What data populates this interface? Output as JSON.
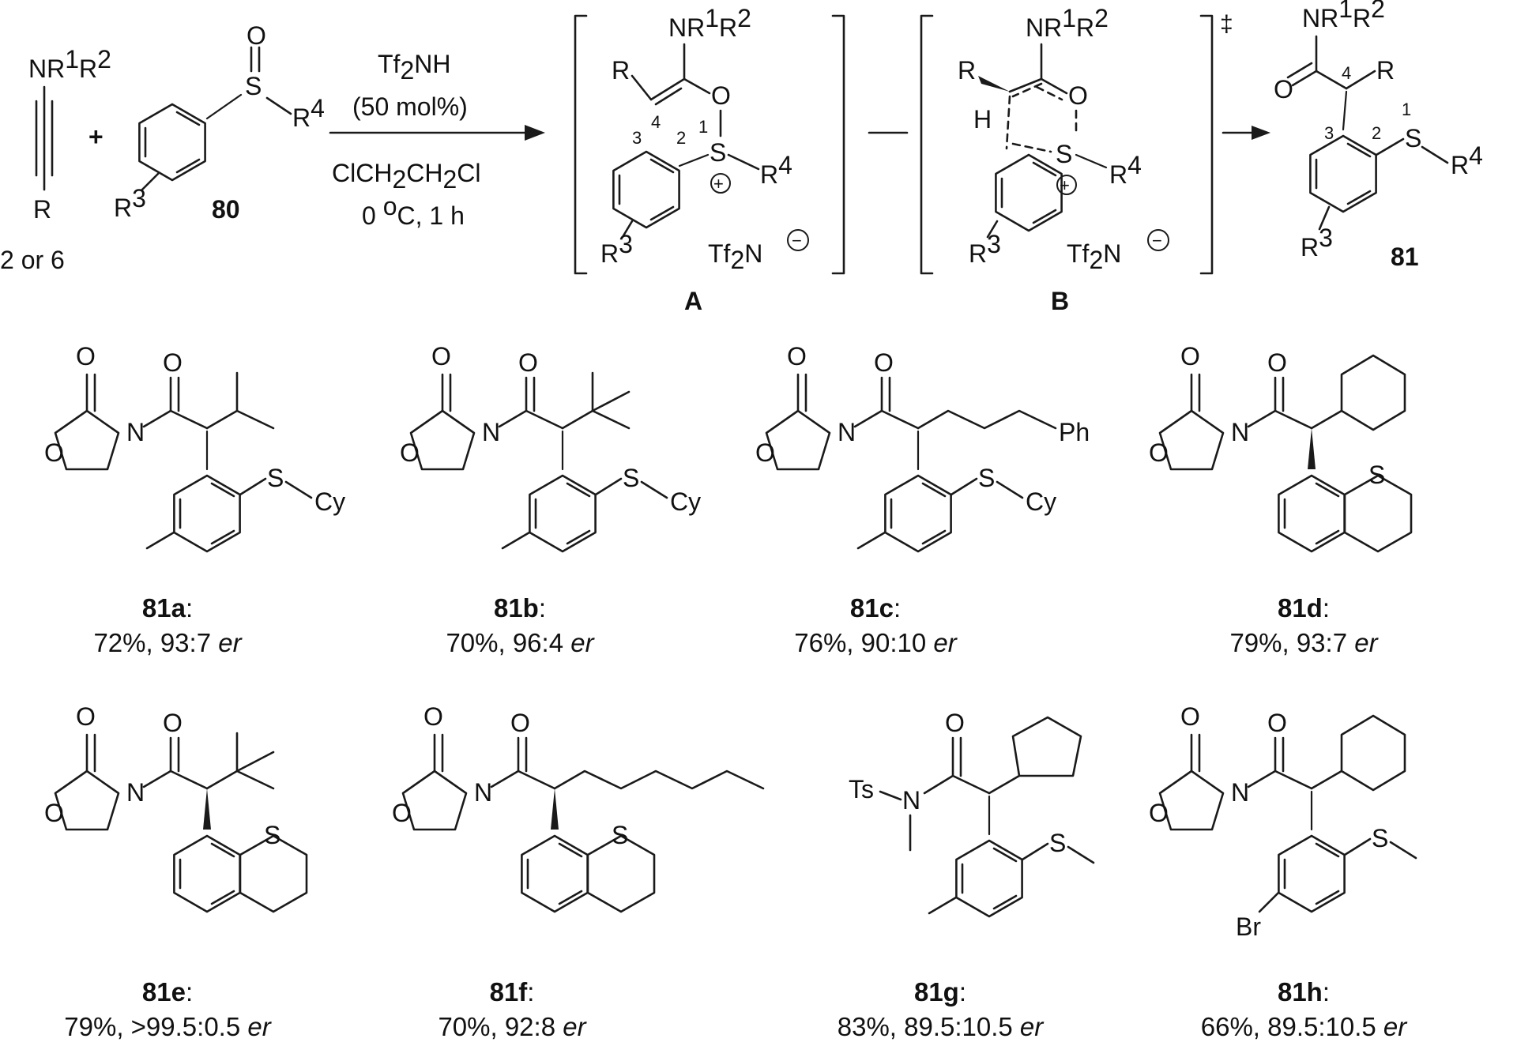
{
  "scheme": {
    "ynamide": {
      "substituent_top": "NR",
      "sup1": "1",
      "r2": "R",
      "sup2": "2",
      "substituent_bottom": "R",
      "label_a": "2",
      "label_or": " or ",
      "label_b": "6"
    },
    "plus": "+",
    "sulfoxide": {
      "oxygen": "O",
      "sulfur": "S",
      "r4": "R",
      "sup4": "4",
      "r3": "R",
      "sup3": "3",
      "label": "80"
    },
    "conditions": {
      "reagent_a": "Tf",
      "reagent_sub": "2",
      "reagent_b": "NH",
      "loading": "(50 mol%)",
      "solvent": "ClCH",
      "solvent_sub1": "2",
      "solvent_mid": "CH",
      "solvent_sub2": "2",
      "solvent_end": "Cl",
      "temp": "0 ",
      "temp_sup": "o",
      "temp_end": "C, 1 h"
    },
    "intermediate_a": {
      "amine": "NR",
      "amine_sup1": "1",
      "amine_r2": "R",
      "amine_sup2": "2",
      "r": "R",
      "oxygen": "O",
      "sulfur": "S",
      "r4": "R",
      "sup4": "4",
      "r3": "R",
      "sup3": "3",
      "counterion": "Tf",
      "counterion_sub": "2",
      "counterion_end": "N",
      "num_1": "1",
      "num_2": "2",
      "num_3": "3",
      "num_4": "4",
      "plus_charge": "+",
      "minus_charge": "−",
      "label": "A"
    },
    "transition_b": {
      "amine": "NR",
      "amine_sup1": "1",
      "amine_r2": "R",
      "amine_sup2": "2",
      "r": "R",
      "h": "H",
      "oxygen": "O",
      "sulfur": "S",
      "r4": "R",
      "sup4": "4",
      "r3": "R",
      "sup3": "3",
      "counterion": "Tf",
      "counterion_sub": "2",
      "counterion_end": "N",
      "dagger": "‡",
      "plus_charge": "+",
      "minus_charge": "−",
      "label": "B"
    },
    "product": {
      "amine": "NR",
      "amine_sup1": "1",
      "amine_r2": "R",
      "amine_sup2": "2",
      "oxygen": "O",
      "r": "R",
      "sulfur": "S",
      "r4": "R",
      "sup4": "4",
      "r3": "R",
      "sup3": "3",
      "num_1": "1",
      "num_2": "2",
      "num_3": "3",
      "num_4": "4",
      "label": "81"
    }
  },
  "examples": [
    {
      "id": "81a",
      "yield": "72%, 93:7 ",
      "er": "er",
      "sub_o": "O",
      "sub_o2": "O",
      "sub_n": "N",
      "sub_o3": "O",
      "sub_s": "S",
      "sub_r": "Cy"
    },
    {
      "id": "81b",
      "yield": "70%, 96:4 ",
      "er": "er",
      "sub_o": "O",
      "sub_o2": "O",
      "sub_n": "N",
      "sub_o3": "O",
      "sub_s": "S",
      "sub_r": "Cy"
    },
    {
      "id": "81c",
      "yield": "76%, 90:10 ",
      "er": "er",
      "sub_o": "O",
      "sub_o2": "O",
      "sub_n": "N",
      "sub_o3": "O",
      "sub_s": "S",
      "sub_r": "Cy",
      "sub_ph": "Ph"
    },
    {
      "id": "81d",
      "yield": "79%, 93:7 ",
      "er": "er",
      "sub_o": "O",
      "sub_o2": "O",
      "sub_n": "N",
      "sub_o3": "O",
      "sub_s": "S"
    },
    {
      "id": "81e",
      "yield": "79%, >99.5:0.5 ",
      "er": "er",
      "sub_o": "O",
      "sub_o2": "O",
      "sub_n": "N",
      "sub_o3": "O",
      "sub_s": "S"
    },
    {
      "id": "81f",
      "yield": "70%, 92:8 ",
      "er": "er",
      "sub_o": "O",
      "sub_o2": "O",
      "sub_n": "N",
      "sub_o3": "O",
      "sub_s": "S"
    },
    {
      "id": "81g",
      "yield": "83%, 89.5:10.5 ",
      "er": "er",
      "sub_ts": "Ts",
      "sub_n": "N",
      "sub_o3": "O",
      "sub_s": "S"
    },
    {
      "id": "81h",
      "yield": "66%, 89.5:10.5 ",
      "er": "er",
      "sub_o": "O",
      "sub_o2": "O",
      "sub_n": "N",
      "sub_o3": "O",
      "sub_s": "S",
      "sub_br": "Br"
    }
  ],
  "caption_colon": ":"
}
